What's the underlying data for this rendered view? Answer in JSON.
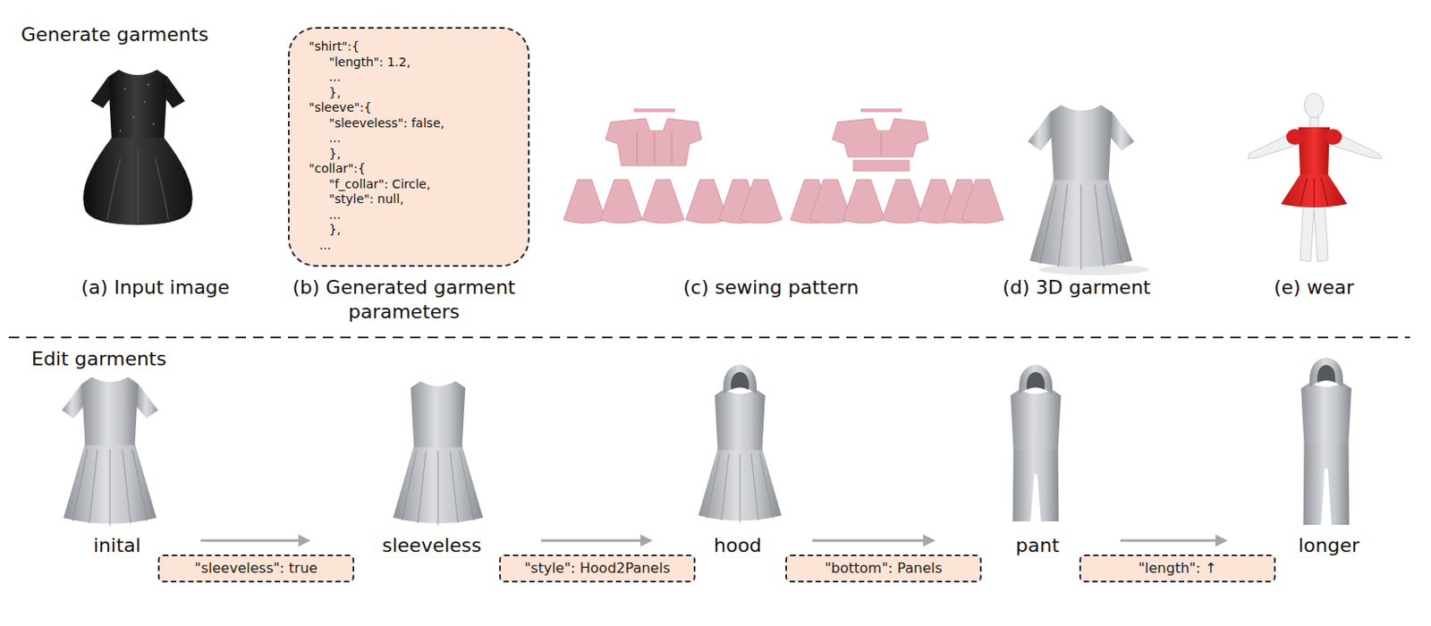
{
  "diagram": {
    "nodes": [
      {
        "text": [
          "\"shirt\":{",
          "\"length\": 1.2,",
          "...",
          "},",
          "\"sleeve\":{",
          "\"sleeveless\": false,",
          "...",
          "},",
          "\"collar\":{",
          "\"f_collar\": Circle,",
          "\"style\": null,",
          "...",
          "},",
          "..."
        ]
      },
      {
        "text": [
          "\"sleeveless\": true"
        ]
      },
      {
        "text": [
          "\"style\": Hood2Panels"
        ]
      },
      {
        "text": [
          "\"bottom\": Panels"
        ]
      },
      {
        "text": [
          "\"length\": ↑"
        ]
      }
    ],
    "labels": [
      "Generate garments",
      "(a) Input image",
      "(b) Generated garment parameters",
      "(c) sewing pattern",
      "(d) 3D garment",
      "(e) wear",
      "Edit garments",
      "inital",
      "sleeveless",
      "hood",
      "pant",
      "longer"
    ]
  }
}
